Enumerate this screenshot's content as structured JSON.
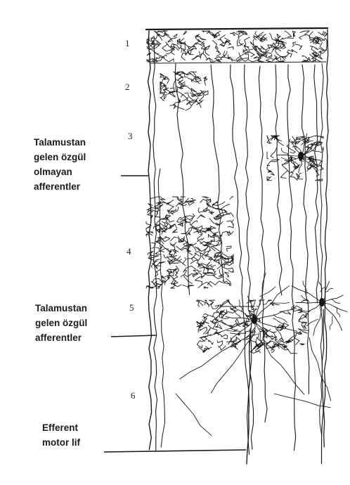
{
  "layers": [
    "1",
    "2",
    "3",
    "4",
    "5",
    "6"
  ],
  "labels": {
    "nonspecific": [
      "Talamustan",
      "gelen özgül",
      "olmayan",
      "afferentler"
    ],
    "specific": [
      "Talamustan",
      "gelen özgül",
      "afferentler"
    ],
    "efferent": [
      "Efferent",
      "motor lif"
    ]
  },
  "colors": {
    "ink": "#1a1a1a",
    "background": "#ffffff"
  }
}
